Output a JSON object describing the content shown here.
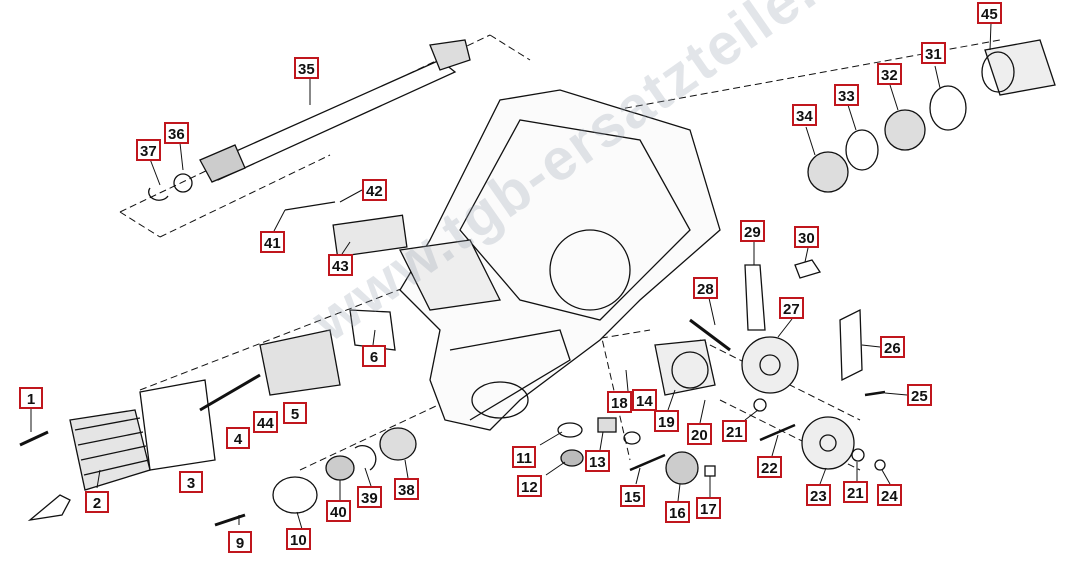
{
  "watermark": "www.tgb-ersatzteile.de",
  "colors": {
    "label_border": "#c0161d",
    "line": "#111111",
    "watermark": "#96a0af"
  },
  "callouts": [
    {
      "id": "1",
      "text": "1"
    },
    {
      "id": "2",
      "text": "2"
    },
    {
      "id": "3",
      "text": "3"
    },
    {
      "id": "4",
      "text": "4"
    },
    {
      "id": "44",
      "text": "44"
    },
    {
      "id": "5",
      "text": "5"
    },
    {
      "id": "6",
      "text": "6"
    },
    {
      "id": "9",
      "text": "9"
    },
    {
      "id": "10",
      "text": "10"
    },
    {
      "id": "40",
      "text": "40"
    },
    {
      "id": "39",
      "text": "39"
    },
    {
      "id": "38",
      "text": "38"
    },
    {
      "id": "11",
      "text": "11"
    },
    {
      "id": "12",
      "text": "12"
    },
    {
      "id": "13",
      "text": "13"
    },
    {
      "id": "15",
      "text": "15"
    },
    {
      "id": "16",
      "text": "16"
    },
    {
      "id": "17",
      "text": "17"
    },
    {
      "id": "18",
      "text": "18"
    },
    {
      "id": "14",
      "text": "14"
    },
    {
      "id": "19",
      "text": "19"
    },
    {
      "id": "20",
      "text": "20"
    },
    {
      "id": "21a",
      "text": "21"
    },
    {
      "id": "22",
      "text": "22"
    },
    {
      "id": "23",
      "text": "23"
    },
    {
      "id": "21b",
      "text": "21"
    },
    {
      "id": "24",
      "text": "24"
    },
    {
      "id": "25",
      "text": "25"
    },
    {
      "id": "26",
      "text": "26"
    },
    {
      "id": "27",
      "text": "27"
    },
    {
      "id": "28",
      "text": "28"
    },
    {
      "id": "29",
      "text": "29"
    },
    {
      "id": "30",
      "text": "30"
    },
    {
      "id": "34",
      "text": "34"
    },
    {
      "id": "33",
      "text": "33"
    },
    {
      "id": "32",
      "text": "32"
    },
    {
      "id": "31",
      "text": "31"
    },
    {
      "id": "45",
      "text": "45"
    },
    {
      "id": "35",
      "text": "35"
    },
    {
      "id": "36",
      "text": "36"
    },
    {
      "id": "37",
      "text": "37"
    },
    {
      "id": "42",
      "text": "42"
    },
    {
      "id": "41",
      "text": "41"
    },
    {
      "id": "43",
      "text": "43"
    }
  ]
}
